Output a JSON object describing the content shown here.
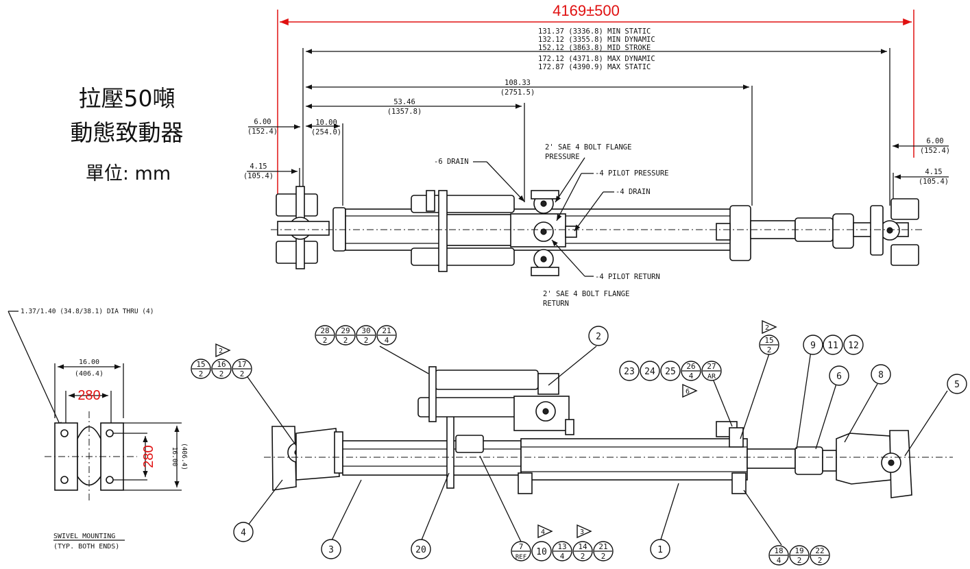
{
  "title": {
    "line1": "拉壓50噸",
    "line2": "動態致動器",
    "unit": "單位: mm"
  },
  "dims": {
    "overall_red": "4169±500",
    "stack": [
      "131.37 (3336.8) MIN STATIC",
      "132.12 (3355.8) MIN DYNAMIC",
      "152.12 (3863.8) MID STROKE",
      "172.12 (4371.8) MAX DYNAMIC",
      "172.87 (4390.9) MAX STATIC"
    ],
    "d108": [
      "108.33",
      "(2751.5)"
    ],
    "d53": [
      "53.46",
      "(1357.8)"
    ],
    "d10": [
      "10.00",
      "(254.0)"
    ],
    "d6_left": [
      "6.00",
      "(152.4)"
    ],
    "d415_left": [
      "4.15",
      "(105.4)"
    ],
    "d6_right": [
      "6.00",
      "(152.4)"
    ],
    "d415_right": [
      "4.15",
      "(105.4)"
    ]
  },
  "callouts": {
    "drain6": "-6 DRAIN",
    "flange_pressure": [
      "2' SAE 4 BOLT FLANGE",
      "PRESSURE"
    ],
    "pilot_pressure": "-4 PILOT PRESSURE",
    "drain4": "-4 DRAIN",
    "pilot_return": "-4 PILOT RETURN",
    "flange_return": [
      "2' SAE 4 BOLT FLANGE",
      "RETURN"
    ]
  },
  "swivel": {
    "hole_note": "1.37/1.40 (34.8/38.1) DIA THRU (4)",
    "w16": [
      "16.00",
      "(406.4)"
    ],
    "red_h": "280",
    "red_v": "280",
    "v16": [
      "16.00",
      "(406.4)"
    ],
    "caption": [
      "SWIVEL MOUNTING",
      "(TYP. BOTH ENDS)"
    ]
  },
  "balloons": {
    "b1": "1",
    "b2": "2",
    "b3": "3",
    "b4": "4",
    "b5": "5",
    "b6": "6",
    "b8": "8",
    "b9": "9",
    "b10": "10",
    "b11": "11",
    "b12": "12",
    "b20": "20",
    "b23": "23",
    "b24": "24",
    "b25": "25",
    "f15_2_top": [
      "15",
      "2"
    ],
    "tri2_right": "2",
    "f15": [
      "15",
      "2"
    ],
    "f16": [
      "16",
      "2"
    ],
    "f17": [
      "17",
      "2"
    ],
    "tri2_left": "2",
    "f28": [
      "28",
      "2"
    ],
    "f29": [
      "29",
      "2"
    ],
    "f30": [
      "30",
      "2"
    ],
    "f21a": [
      "21",
      "4"
    ],
    "f26": [
      "26",
      "4"
    ],
    "f27": [
      "27",
      "AR"
    ],
    "tri6": "6",
    "f7": [
      "7",
      "REF"
    ],
    "f13": [
      "13",
      "4"
    ],
    "f14": [
      "14",
      "2"
    ],
    "f21b": [
      "21",
      "2"
    ],
    "tri4": "4",
    "tri3": "3",
    "f18": [
      "18",
      "4"
    ],
    "f19": [
      "19",
      "2"
    ],
    "f22": [
      "22",
      "2"
    ]
  }
}
